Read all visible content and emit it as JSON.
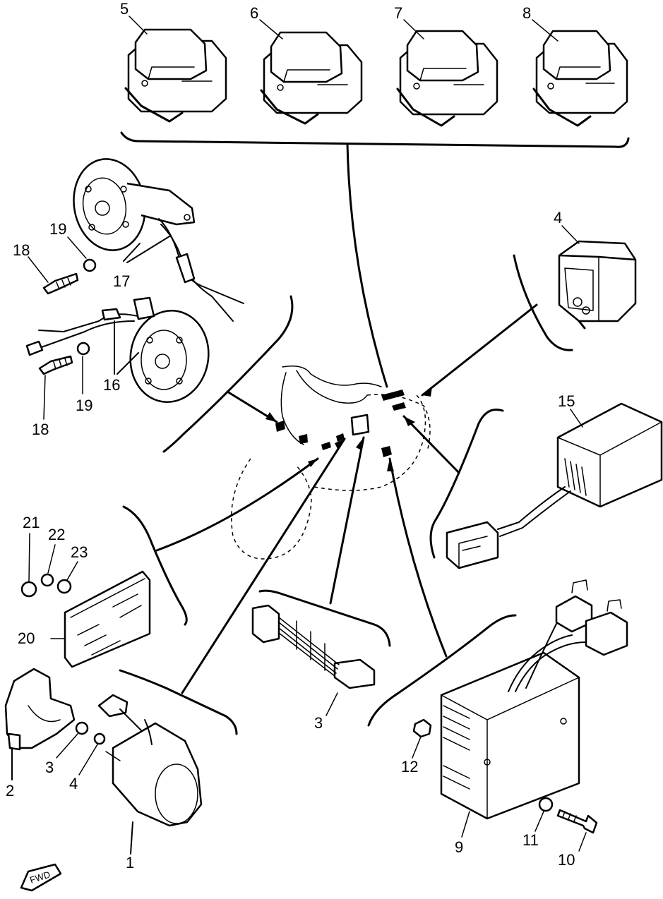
{
  "labels": {
    "p1": "1",
    "p2": "2",
    "p3a": "3",
    "p3b": "3",
    "p4a": "4",
    "p4b": "4",
    "p5": "5",
    "p6": "6",
    "p7": "7",
    "p8": "8",
    "p9": "9",
    "p10": "10",
    "p11": "11",
    "p12": "12",
    "p15": "15",
    "p16": "16",
    "p17": "17",
    "p18a": "18",
    "p18b": "18",
    "p19a": "19",
    "p19b": "19",
    "p20": "20",
    "p21": "21",
    "p22": "22",
    "p23": "23"
  },
  "fwd_mark": "FWD"
}
